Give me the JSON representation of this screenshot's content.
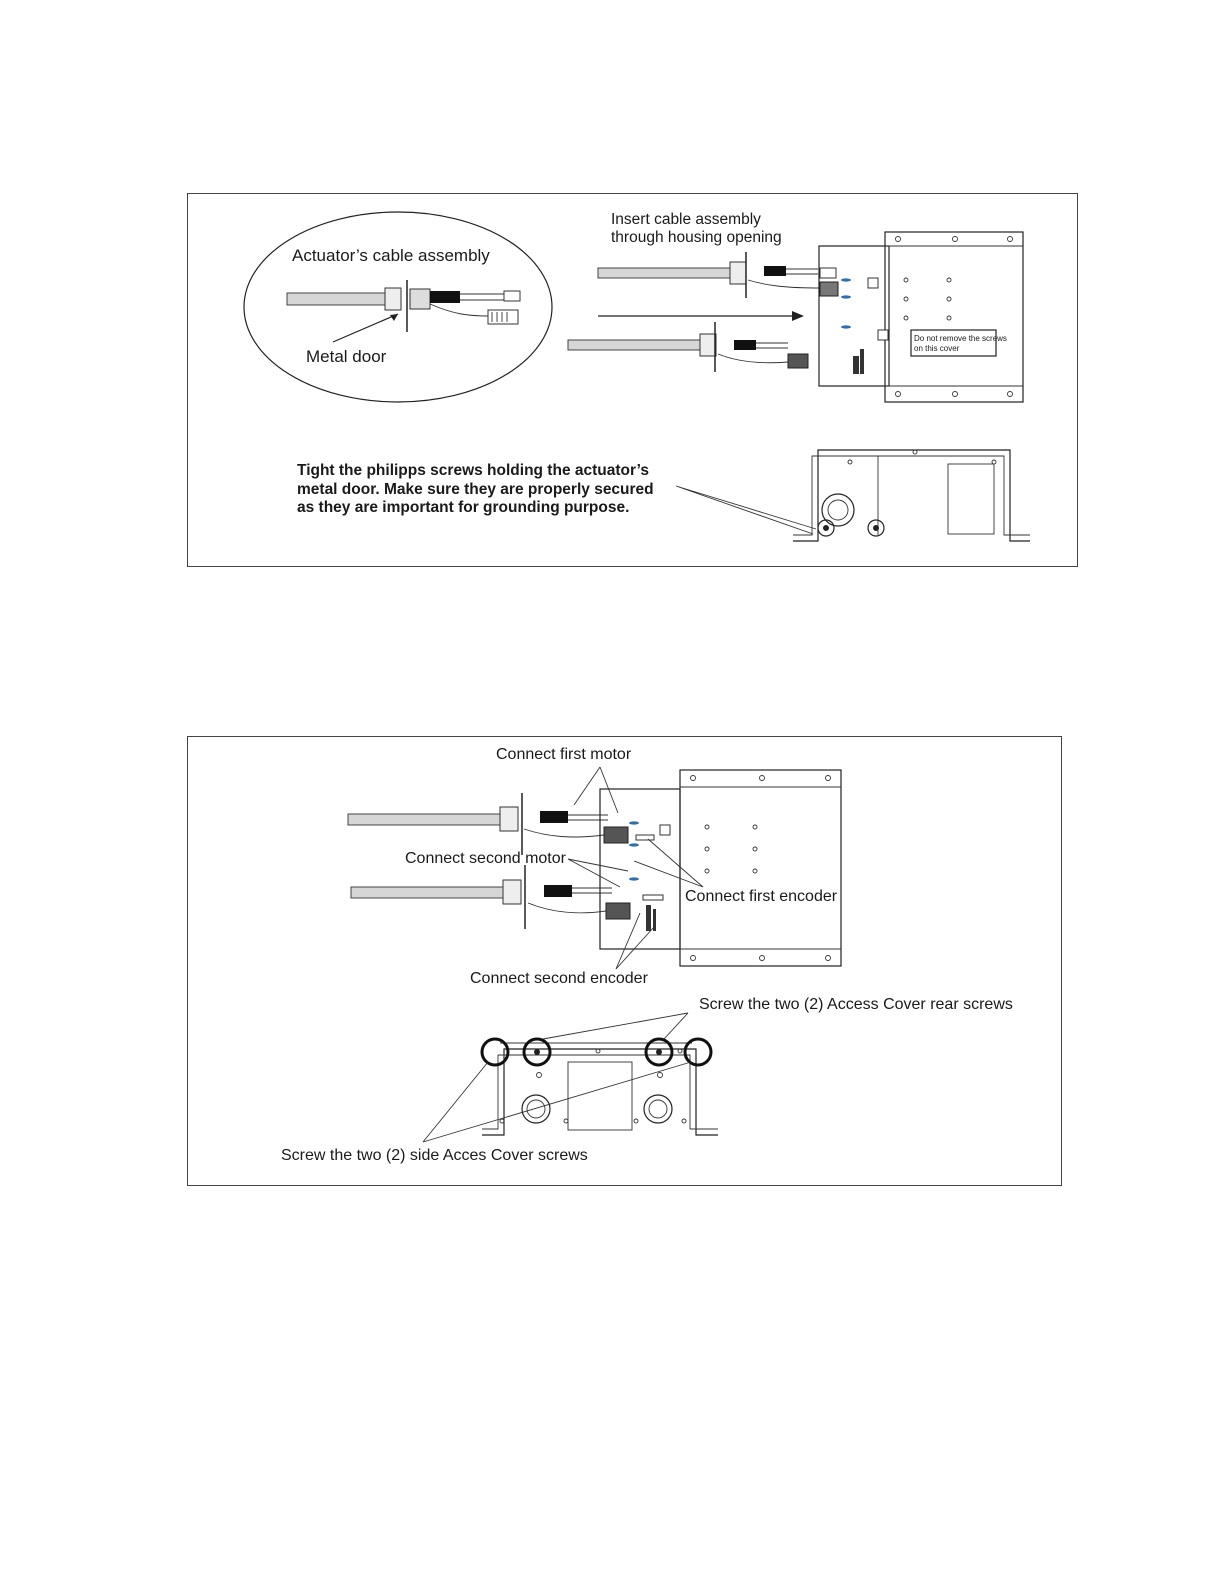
{
  "figure1": {
    "callout_cable_assembly": "Actuator’s cable assembly",
    "callout_metal_door": "Metal door",
    "insert_line1": "Insert cable assembly",
    "insert_line2": "through housing opening",
    "cover_warning_line1": "Do not remove the screws",
    "cover_warning_line2": "on this cover",
    "tight_line1": "Tight the philipps screws holding the actuator’s",
    "tight_line2": "metal door. Make sure they are properly secured",
    "tight_line3": "as they are important for grounding purpose."
  },
  "figure2": {
    "connect_first_motor": "Connect first motor",
    "connect_second_motor": "Connect second motor",
    "connect_first_encoder": "Connect first encoder",
    "connect_second_encoder": "Connect second encoder",
    "rear_screws": "Screw the two (2) Access Cover rear screws",
    "side_screws": "Screw the two (2) side Acces Cover screws"
  },
  "colors": {
    "line": "#222222",
    "cable": "#d6d6d6",
    "accent_blue": "#2a6fb0"
  }
}
